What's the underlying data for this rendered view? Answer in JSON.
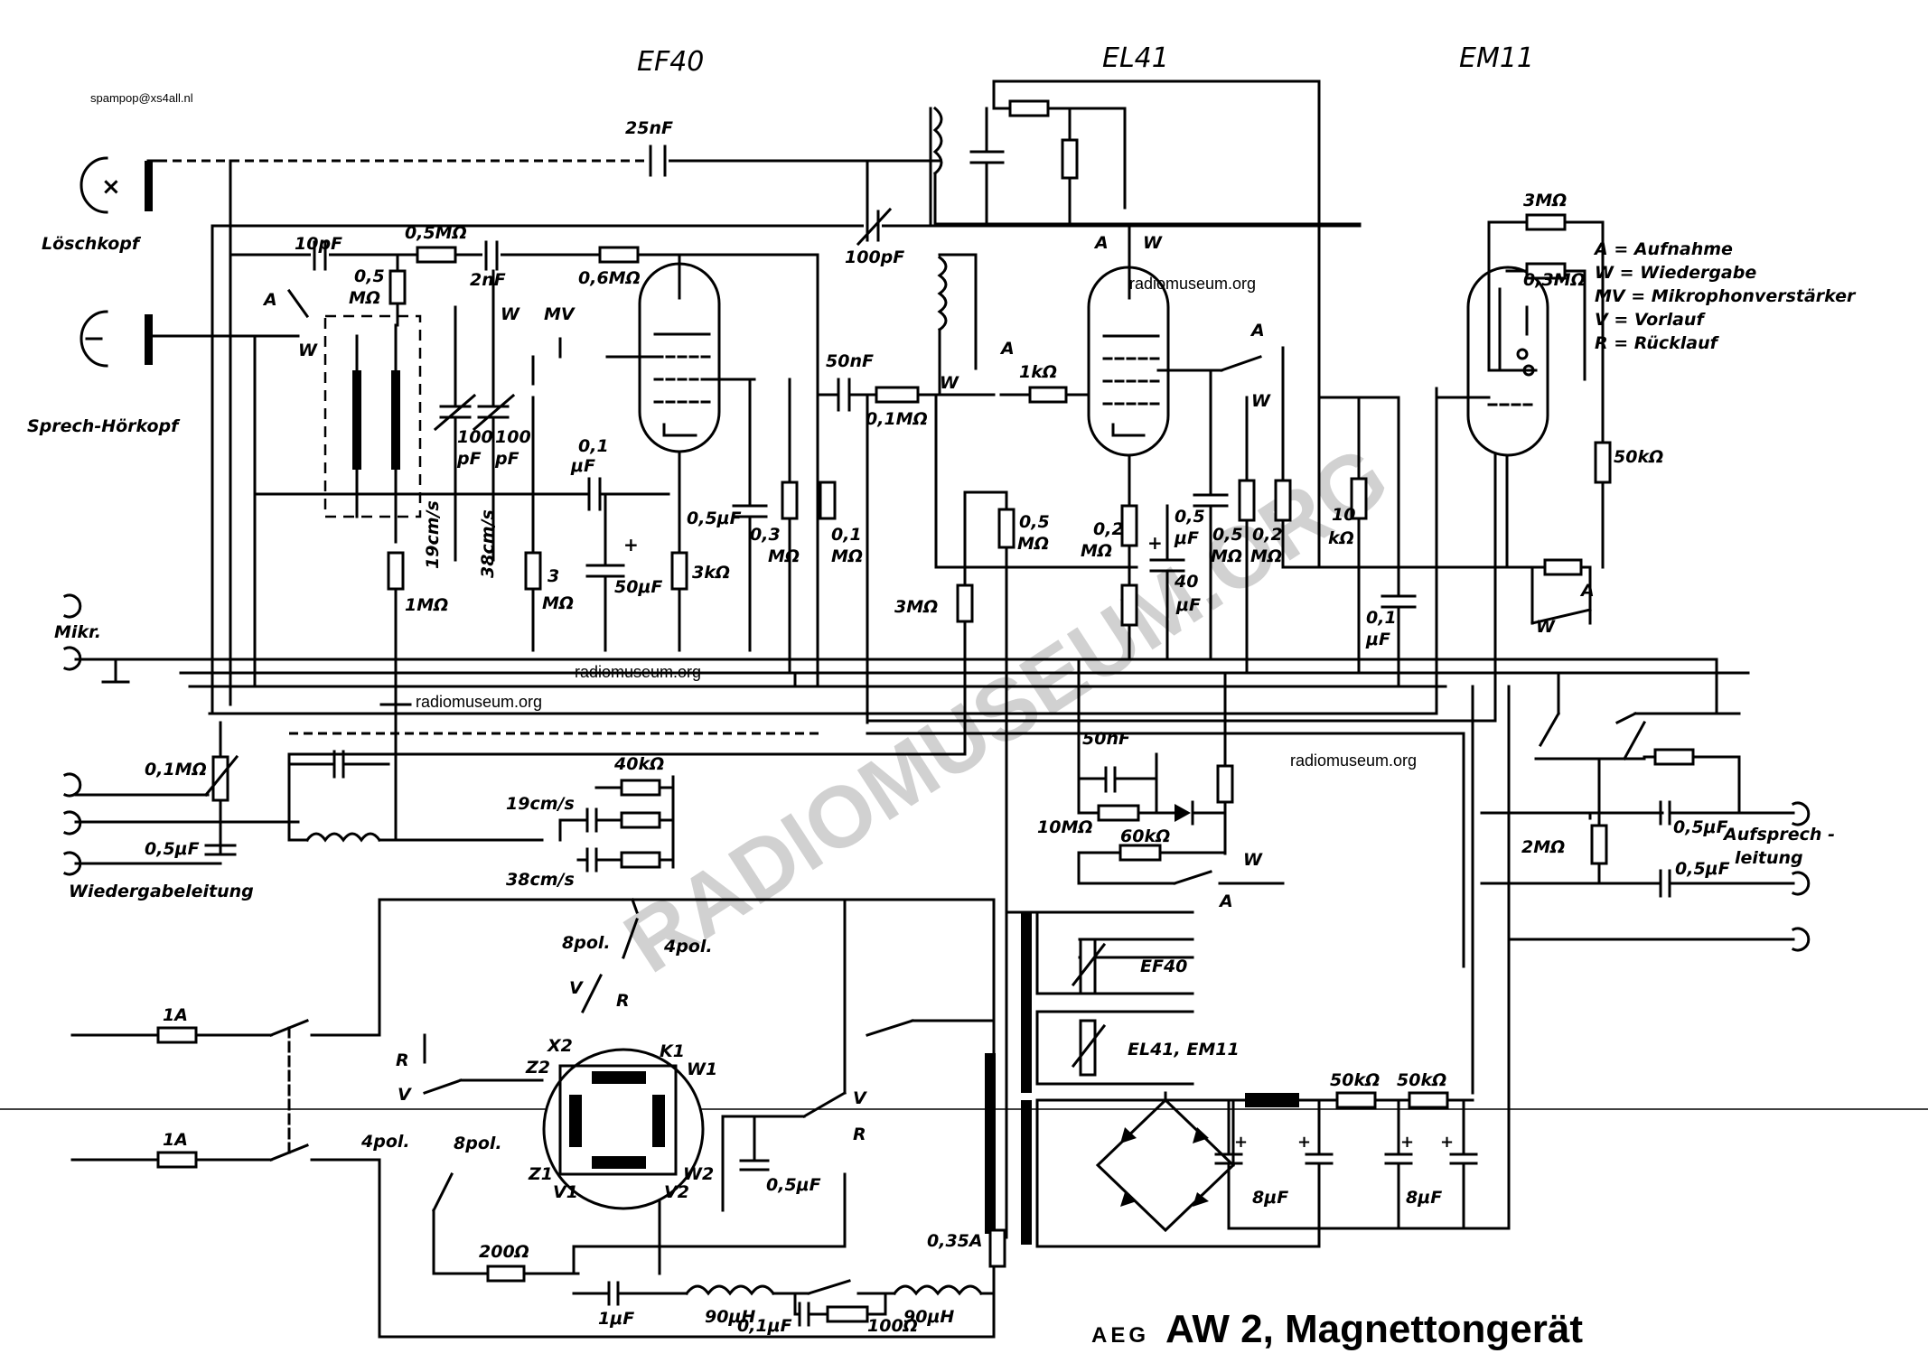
{
  "header": {
    "email": "spampop@xs4all.nl",
    "title_brand": "AEG",
    "title_model": "AW 2, Magnettongerät"
  },
  "tubes": {
    "ef40": "EF40",
    "el41": "EL41",
    "em11": "EM11"
  },
  "watermark": {
    "small": "radiomuseum.org",
    "large": "RADIOMUSEUM.ORG"
  },
  "legend": [
    "A = Aufnahme",
    "W = Wiedergabe",
    "MV = Mikrophonverstärker",
    "V = Vorlauf",
    "R = Rücklauf"
  ],
  "heads": {
    "erase": "Löschkopf",
    "rec_play": "Sprech-Hörkopf",
    "mic": "Mikr.",
    "playback_line": "Wiedergabeleitung",
    "record_line_1": "Aufsprech -",
    "record_line_2": "leitung"
  },
  "components": {
    "c25n": "25nF",
    "c10p": "10pF",
    "r05m_top": "0,5MΩ",
    "c2n": "2nF",
    "r06m": "0,6MΩ",
    "c100p": "100pF",
    "r05_a": "0,5",
    "r05_b": "MΩ",
    "c100a": "100",
    "c100b": "pF",
    "c01_a": "0,1",
    "c01_b": "μF",
    "speed19": "19cm/s",
    "speed38": "38cm/s",
    "r1m": "1MΩ",
    "r3m_a": "3",
    "r3m_b": "MΩ",
    "c50u": "50μF",
    "c05u": "0,5μF",
    "r3k": "3kΩ",
    "r03m_a": "0,3",
    "r03m_b": "MΩ",
    "r01m_a": "0,1",
    "r01m_b": "MΩ",
    "c50n": "50nF",
    "r01m": "0,1MΩ",
    "r1k": "1kΩ",
    "r05m_a": "0,5",
    "r05m_b": "MΩ",
    "r3m": "3MΩ",
    "r02_a": "0,2",
    "r02_b": "MΩ",
    "c05_a": "0,5",
    "c05_b": "μF",
    "c40_a": "40",
    "c40_b": "μF",
    "r05m2_a": "0,5",
    "r05m2_b": "MΩ",
    "r02m2_a": "0,2",
    "r02m2_b": "MΩ",
    "r10k_a": "10",
    "r10k_b": "kΩ",
    "c01u_a": "0,1",
    "c01u_b": "μF",
    "r3m_em": "3MΩ",
    "r03m_em": "0,3MΩ",
    "r50k": "50kΩ",
    "c50n2": "50nF",
    "r10m": "10MΩ",
    "r60k": "60kΩ",
    "r40k": "40kΩ",
    "sp19": "19cm/s",
    "sp38": "38cm/s",
    "pot01m": "0,1MΩ",
    "c05u_play": "0,5μF",
    "r2m": "2MΩ",
    "c05u_rec1": "0,5μF",
    "c05u_rec2": "0,5μF",
    "f1a_1": "1A",
    "f1a_2": "1A",
    "pol8": "8pol.",
    "pol4": "4pol.",
    "pol4b": "4pol.",
    "pol8b": "8pol.",
    "r200": "200Ω",
    "c1u": "1μF",
    "l90_1": "90μH",
    "l90_2": "90μH",
    "c01u_m": "0,1μF",
    "r100": "100Ω",
    "c05u_m": "0,5μF",
    "f035": "0,35A",
    "tr_ef40": "EF40",
    "tr_el41": "EL41, EM11",
    "r50k_1": "50kΩ",
    "r50k_2": "50kΩ",
    "c8u_1": "8μF",
    "c8u_2": "8μF",
    "lbl_a": "A",
    "lbl_w": "W",
    "lbl_mv": "MV",
    "lbl_v": "V",
    "lbl_r": "R",
    "x2": "X2",
    "z2": "Z2",
    "k1": "K1",
    "w1": "W1",
    "z1": "Z1",
    "v1": "V1",
    "v2": "V2",
    "w2": "W2"
  }
}
